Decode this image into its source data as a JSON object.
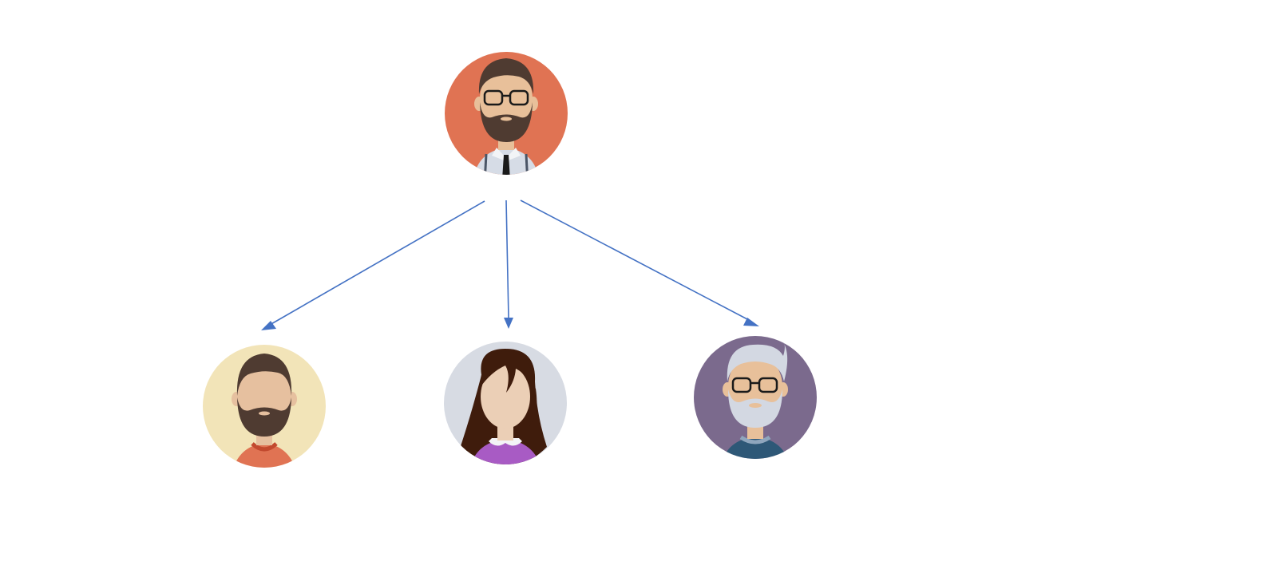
{
  "diagram": {
    "type": "hierarchy",
    "arrow_color": "#4472c4",
    "root": {
      "avatar": "bearded-man-glasses-tie-avatar",
      "background": "#e07353",
      "skin": "#e8c09a",
      "hair": "#4f3b31"
    },
    "children": [
      {
        "avatar": "bearded-man-avatar",
        "background": "#f2e4b8",
        "skin": "#e6c09f",
        "hair": "#4f3b31",
        "shirt": "#e07353"
      },
      {
        "avatar": "woman-long-hair-avatar",
        "background": "#d7dbe3",
        "skin": "#ebcfb6",
        "hair": "#3f1c0c",
        "shirt": "#a85bc4"
      },
      {
        "avatar": "elderly-man-glasses-avatar",
        "background": "#7b6a8d",
        "skin": "#e8c09a",
        "hair": "#d3d8e2",
        "shirt": "#2e5877"
      }
    ]
  }
}
